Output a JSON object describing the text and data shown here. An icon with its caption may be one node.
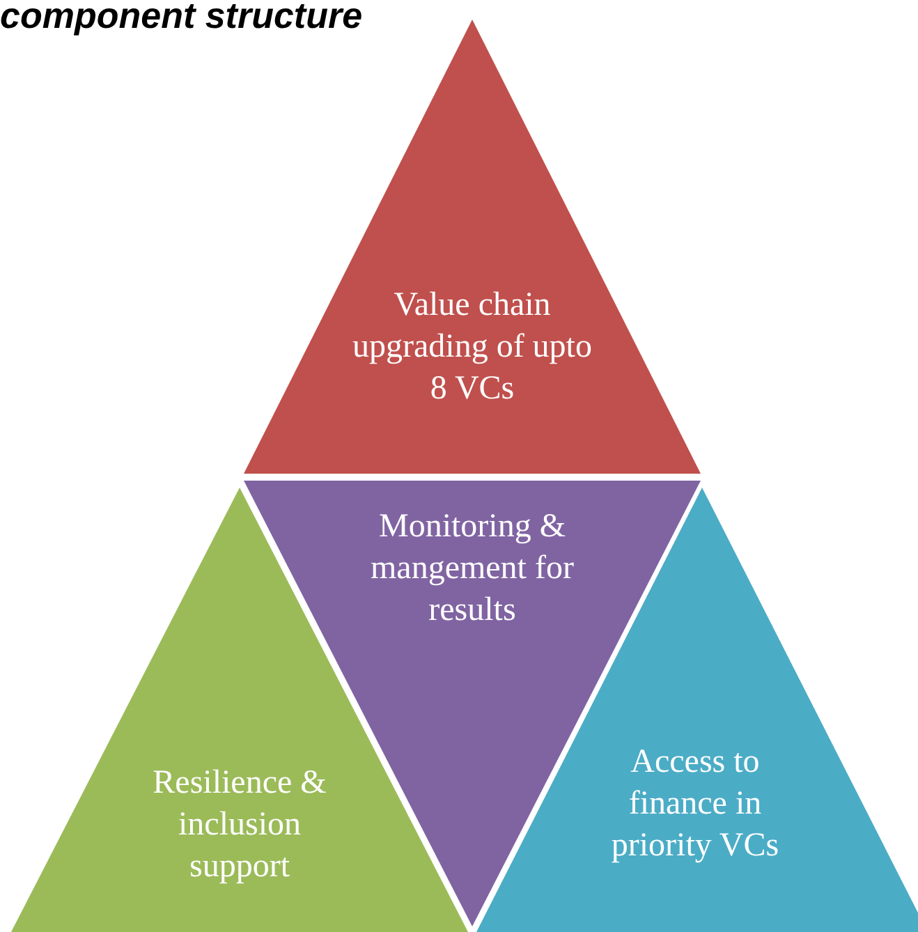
{
  "diagram": {
    "title": "component structure",
    "nodes": [
      {
        "text": [
          "Value chain upgrading of upto 8 VCs"
        ]
      },
      {
        "text": [
          "Resilience & inclusion support"
        ]
      },
      {
        "text": [
          "Monitoring & mangement for results"
        ]
      },
      {
        "text": [
          "Access to finance in priority VCs"
        ]
      }
    ]
  }
}
